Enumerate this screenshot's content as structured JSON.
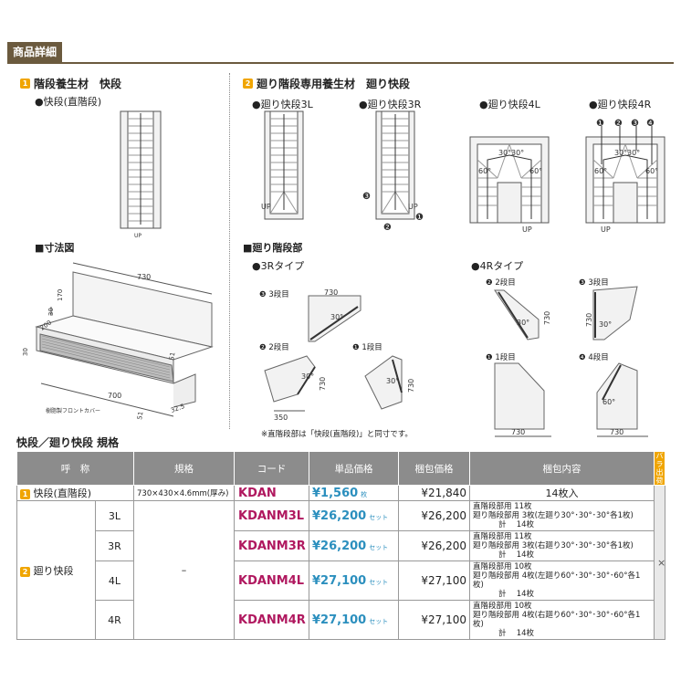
{
  "header": {
    "title": "商品詳細"
  },
  "section1": {
    "num": "1",
    "title": "階段養生材　快段",
    "sub": "●快段(直階段)",
    "up": "UP"
  },
  "section2": {
    "num": "2",
    "title": "廻り階段専用養生材　廻り快段",
    "items": [
      "●廻り快段3L",
      "●廻り快段3R",
      "●廻り快段4L",
      "●廻り快段4R"
    ],
    "up": "UP",
    "angles": {
      "a30": "30°",
      "a60": "60°"
    },
    "markers": [
      "❶",
      "❷",
      "❸",
      "❹"
    ]
  },
  "dims": {
    "title": "■寸法図",
    "d730": "730",
    "d700": "700",
    "d170": "170",
    "d200": "200",
    "d30": "30",
    "d51": "51",
    "d32_5": "32.5",
    "front": "樹脂製フロントカバー"
  },
  "mawari": {
    "title": "■廻り階段部",
    "type3r": "●3Rタイプ",
    "type4r": "●4Rタイプ",
    "step1": "❶ 1段目",
    "step2": "❷ 2段目",
    "step3": "❸ 3段目",
    "step4": "❹ 4段目",
    "d730": "730",
    "d350": "350",
    "a30": "30°",
    "a60": "60°",
    "note": "※直階段部は「快段(直階段)」と同寸です。"
  },
  "table": {
    "title": "快段／廻り快段 規格",
    "headers": {
      "name": "呼　称",
      "spec": "規格",
      "code": "コード",
      "unit_price": "単品価格",
      "pack_price": "梱包価格",
      "content": "梱包内容",
      "bara": "バラ出荷"
    },
    "row1": {
      "num": "1",
      "name": "快段(直階段)",
      "spec": "730×430×4.6mm(厚み)",
      "code": "KDAN",
      "price": "¥1,560",
      "unit": "枚",
      "pack": "¥21,840",
      "content": "14枚入"
    },
    "group": {
      "num": "2",
      "name": "廻り快段",
      "spec": "–",
      "bara": "×"
    },
    "rows": [
      {
        "type": "3L",
        "code": "KDANM3L",
        "price": "¥26,200",
        "unit": "セット",
        "pack": "¥26,200",
        "content1": "直階段部用 11枚",
        "content2": "廻り階段部用 3枚(左廻り30°･30°･30°各1枚)",
        "content3": "計　 14枚"
      },
      {
        "type": "3R",
        "code": "KDANM3R",
        "price": "¥26,200",
        "unit": "セット",
        "pack": "¥26,200",
        "content1": "直階段部用 11枚",
        "content2": "廻り階段部用 3枚(右廻り30°･30°･30°各1枚)",
        "content3": "計　 14枚"
      },
      {
        "type": "4L",
        "code": "KDANM4L",
        "price": "¥27,100",
        "unit": "セット",
        "pack": "¥27,100",
        "content1": "直階段部用 10枚",
        "content2": "廻り階段部用 4枚(左廻り60°･30°･30°･60°各1枚)",
        "content3": "計　 14枚"
      },
      {
        "type": "4R",
        "code": "KDANM4R",
        "price": "¥27,100",
        "unit": "セット",
        "pack": "¥27,100",
        "content1": "直階段部用 10枚",
        "content2": "廻り階段部用 4枚(右廻り60°･30°･30°･60°各1枚)",
        "content3": "計　 14枚"
      }
    ]
  }
}
